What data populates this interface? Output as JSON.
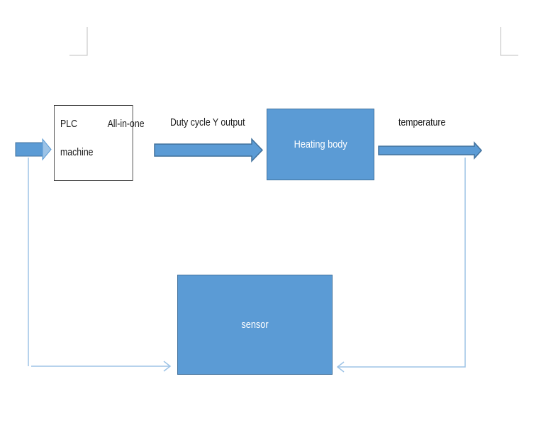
{
  "diagram": {
    "plc": {
      "line1_left": "PLC",
      "line1_right": "All-in-one",
      "line2": "machine"
    },
    "heating_body": "Heating body",
    "sensor": "sensor",
    "labels": {
      "duty_cycle": "Duty cycle Y output",
      "temperature": "temperature"
    }
  },
  "colors": {
    "box_fill": "#5b9bd5",
    "box_border": "#41719c",
    "feedback_line": "#9dc3e6"
  }
}
